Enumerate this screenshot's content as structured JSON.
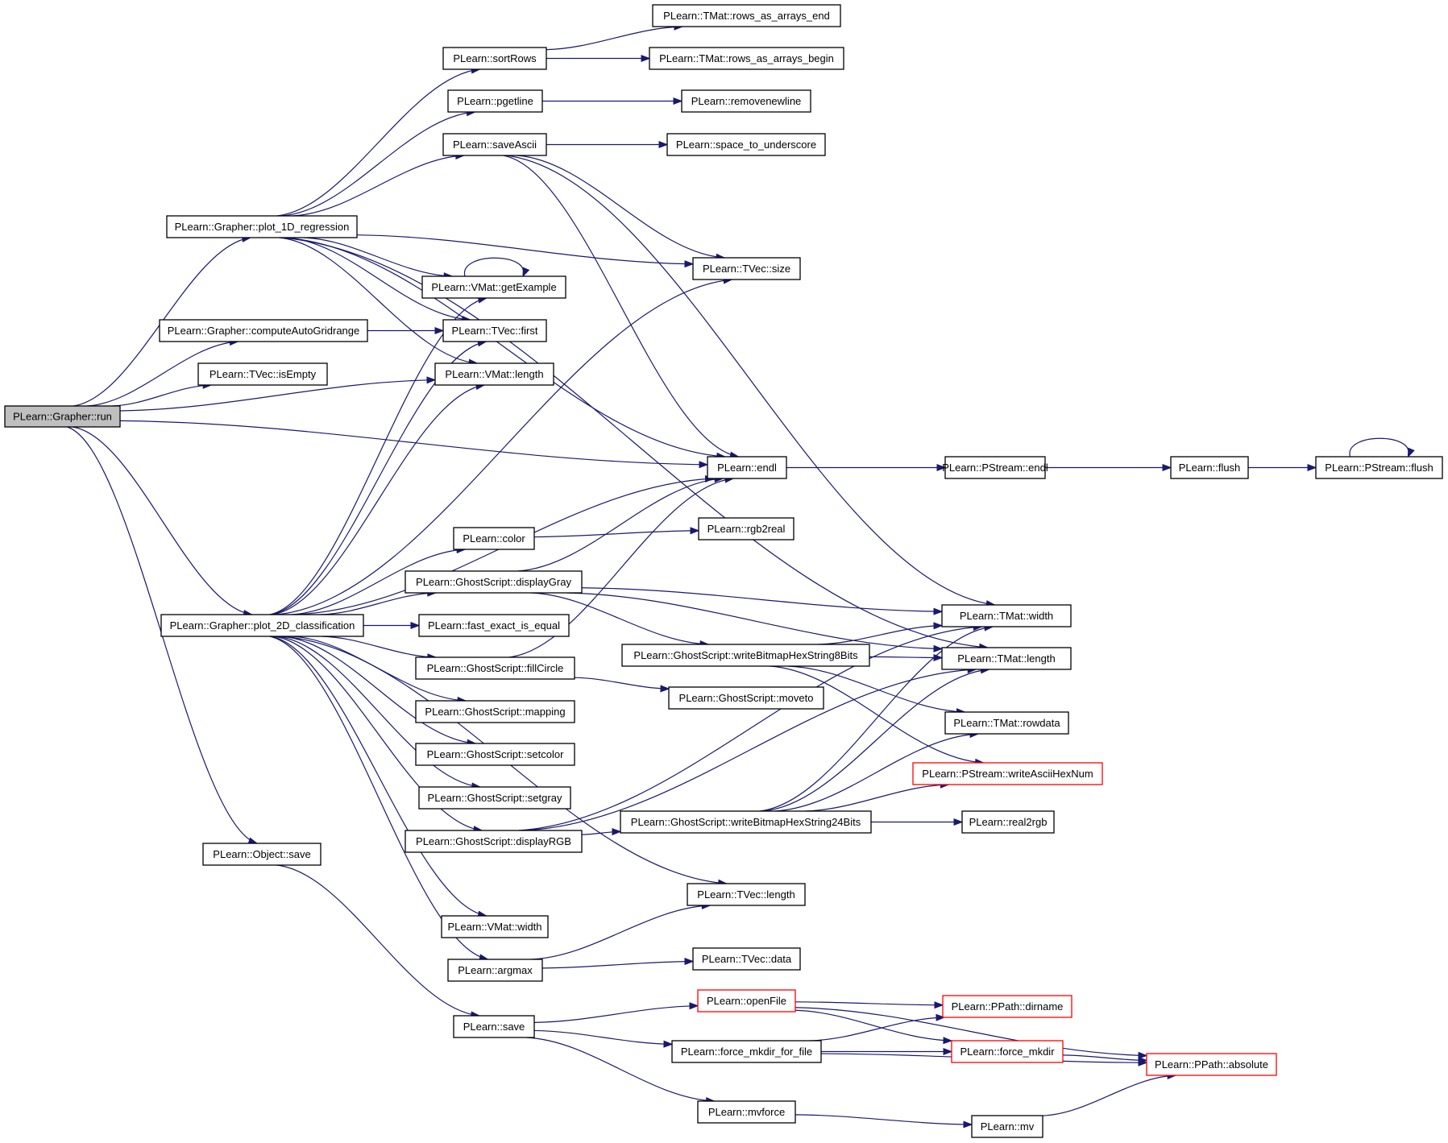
{
  "graph": {
    "type": "call-graph",
    "edge_color": "#191970",
    "root_fill": "#bfbfbf",
    "truncated_border_color": "#ff0000",
    "nodes": [
      {
        "id": "run",
        "label": "PLearn::Grapher::run",
        "root": true
      },
      {
        "id": "plot1d",
        "label": "PLearn::Grapher::plot_1D_regression"
      },
      {
        "id": "autogrid",
        "label": "PLearn::Grapher::computeAutoGridrange"
      },
      {
        "id": "isempty",
        "label": "PLearn::TVec::isEmpty"
      },
      {
        "id": "plot2d",
        "label": "PLearn::Grapher::plot_2D_classification"
      },
      {
        "id": "objsave",
        "label": "PLearn::Object::save"
      },
      {
        "id": "sortrows",
        "label": "PLearn::sortRows"
      },
      {
        "id": "pgetline",
        "label": "PLearn::pgetline"
      },
      {
        "id": "saveascii",
        "label": "PLearn::saveAscii"
      },
      {
        "id": "getexample",
        "label": "PLearn::VMat::getExample"
      },
      {
        "id": "tvfirst",
        "label": "PLearn::TVec::first"
      },
      {
        "id": "vmlength",
        "label": "PLearn::VMat::length"
      },
      {
        "id": "color",
        "label": "PLearn::color"
      },
      {
        "id": "dispgray",
        "label": "PLearn::GhostScript::displayGray"
      },
      {
        "id": "fastequal",
        "label": "PLearn::fast_exact_is_equal"
      },
      {
        "id": "fillcircle",
        "label": "PLearn::GhostScript::fillCircle"
      },
      {
        "id": "mapping",
        "label": "PLearn::GhostScript::mapping"
      },
      {
        "id": "setcolor",
        "label": "PLearn::GhostScript::setcolor"
      },
      {
        "id": "setgray",
        "label": "PLearn::GhostScript::setgray"
      },
      {
        "id": "disprgb",
        "label": "PLearn::GhostScript::displayRGB"
      },
      {
        "id": "vmwidth",
        "label": "PLearn::VMat::width"
      },
      {
        "id": "argmax",
        "label": "PLearn::argmax"
      },
      {
        "id": "save",
        "label": "PLearn::save"
      },
      {
        "id": "rowsend",
        "label": "PLearn::TMat::rows_as_arrays_end"
      },
      {
        "id": "rowsbegin",
        "label": "PLearn::TMat::rows_as_arrays_begin"
      },
      {
        "id": "removenl",
        "label": "PLearn::removenewline"
      },
      {
        "id": "space",
        "label": "PLearn::space_to_underscore"
      },
      {
        "id": "tvsize",
        "label": "PLearn::TVec::size"
      },
      {
        "id": "endl",
        "label": "PLearn::endl"
      },
      {
        "id": "rgb2real",
        "label": "PLearn::rgb2real"
      },
      {
        "id": "wbhex8",
        "label": "PLearn::GhostScript::writeBitmapHexString8Bits"
      },
      {
        "id": "moveto",
        "label": "PLearn::GhostScript::moveto"
      },
      {
        "id": "wbhex24",
        "label": "PLearn::GhostScript::writeBitmapHexString24Bits"
      },
      {
        "id": "tvlength",
        "label": "PLearn::TVec::length"
      },
      {
        "id": "tvdata",
        "label": "PLearn::TVec::data"
      },
      {
        "id": "openfile",
        "label": "PLearn::openFile",
        "truncated": true
      },
      {
        "id": "forcemkdirfile",
        "label": "PLearn::force_mkdir_for_file"
      },
      {
        "id": "mvforce",
        "label": "PLearn::mvforce"
      },
      {
        "id": "psendl",
        "label": "PLearn::PStream::endl"
      },
      {
        "id": "tmwidth",
        "label": "PLearn::TMat::width"
      },
      {
        "id": "tmlength",
        "label": "PLearn::TMat::length"
      },
      {
        "id": "tmrowdata",
        "label": "PLearn::TMat::rowdata"
      },
      {
        "id": "writehex",
        "label": "PLearn::PStream::writeAsciiHexNum",
        "truncated": true
      },
      {
        "id": "real2rgb",
        "label": "PLearn::real2rgb"
      },
      {
        "id": "dirname",
        "label": "PLearn::PPath::dirname",
        "truncated": true
      },
      {
        "id": "forcemkdir",
        "label": "PLearn::force_mkdir",
        "truncated": true
      },
      {
        "id": "absolute",
        "label": "PLearn::PPath::absolute",
        "truncated": true
      },
      {
        "id": "mv",
        "label": "PLearn::mv"
      },
      {
        "id": "flush",
        "label": "PLearn::flush"
      },
      {
        "id": "psflush",
        "label": "PLearn::PStream::flush"
      }
    ],
    "edges": [
      [
        "run",
        "plot1d"
      ],
      [
        "run",
        "autogrid"
      ],
      [
        "run",
        "isempty"
      ],
      [
        "run",
        "vmlength"
      ],
      [
        "run",
        "endl"
      ],
      [
        "run",
        "plot2d"
      ],
      [
        "run",
        "objsave"
      ],
      [
        "plot1d",
        "sortrows"
      ],
      [
        "plot1d",
        "pgetline"
      ],
      [
        "plot1d",
        "saveascii"
      ],
      [
        "plot1d",
        "tvsize"
      ],
      [
        "plot1d",
        "tmlength"
      ],
      [
        "plot1d",
        "getexample"
      ],
      [
        "plot1d",
        "tvfirst"
      ],
      [
        "plot1d",
        "vmlength"
      ],
      [
        "plot1d",
        "endl"
      ],
      [
        "autogrid",
        "tvfirst"
      ],
      [
        "sortrows",
        "rowsend"
      ],
      [
        "sortrows",
        "rowsbegin"
      ],
      [
        "pgetline",
        "removenl"
      ],
      [
        "saveascii",
        "space"
      ],
      [
        "saveascii",
        "tmwidth"
      ],
      [
        "saveascii",
        "tvsize"
      ],
      [
        "saveascii",
        "endl"
      ],
      [
        "getexample",
        "getexample"
      ],
      [
        "plot2d",
        "getexample"
      ],
      [
        "plot2d",
        "tvfirst"
      ],
      [
        "plot2d",
        "vmlength"
      ],
      [
        "plot2d",
        "tvsize"
      ],
      [
        "plot2d",
        "endl"
      ],
      [
        "plot2d",
        "color"
      ],
      [
        "plot2d",
        "dispgray"
      ],
      [
        "plot2d",
        "fastequal"
      ],
      [
        "plot2d",
        "fillcircle"
      ],
      [
        "plot2d",
        "mapping"
      ],
      [
        "plot2d",
        "setcolor"
      ],
      [
        "plot2d",
        "setgray"
      ],
      [
        "plot2d",
        "disprgb"
      ],
      [
        "plot2d",
        "tvlength"
      ],
      [
        "plot2d",
        "vmwidth"
      ],
      [
        "plot2d",
        "argmax"
      ],
      [
        "color",
        "rgb2real"
      ],
      [
        "dispgray",
        "endl"
      ],
      [
        "dispgray",
        "tmwidth"
      ],
      [
        "dispgray",
        "tmlength"
      ],
      [
        "dispgray",
        "wbhex8"
      ],
      [
        "fillcircle",
        "endl"
      ],
      [
        "fillcircle",
        "moveto"
      ],
      [
        "disprgb",
        "tmwidth"
      ],
      [
        "disprgb",
        "tmlength"
      ],
      [
        "disprgb",
        "wbhex24"
      ],
      [
        "wbhex8",
        "tmwidth"
      ],
      [
        "wbhex8",
        "tmlength"
      ],
      [
        "wbhex8",
        "tmrowdata"
      ],
      [
        "wbhex8",
        "writehex"
      ],
      [
        "wbhex24",
        "tmwidth"
      ],
      [
        "wbhex24",
        "tmlength"
      ],
      [
        "wbhex24",
        "tmrowdata"
      ],
      [
        "wbhex24",
        "writehex"
      ],
      [
        "wbhex24",
        "real2rgb"
      ],
      [
        "argmax",
        "tvlength"
      ],
      [
        "argmax",
        "tvdata"
      ],
      [
        "objsave",
        "save"
      ],
      [
        "save",
        "openfile"
      ],
      [
        "save",
        "forcemkdirfile"
      ],
      [
        "save",
        "mvforce"
      ],
      [
        "openfile",
        "dirname"
      ],
      [
        "openfile",
        "forcemkdir"
      ],
      [
        "openfile",
        "absolute"
      ],
      [
        "forcemkdirfile",
        "dirname"
      ],
      [
        "forcemkdirfile",
        "forcemkdir"
      ],
      [
        "forcemkdirfile",
        "absolute"
      ],
      [
        "forcemkdir",
        "absolute"
      ],
      [
        "mvforce",
        "mv"
      ],
      [
        "mv",
        "absolute"
      ],
      [
        "endl",
        "psendl"
      ],
      [
        "psendl",
        "flush"
      ],
      [
        "flush",
        "psflush"
      ],
      [
        "psflush",
        "psflush"
      ]
    ]
  }
}
